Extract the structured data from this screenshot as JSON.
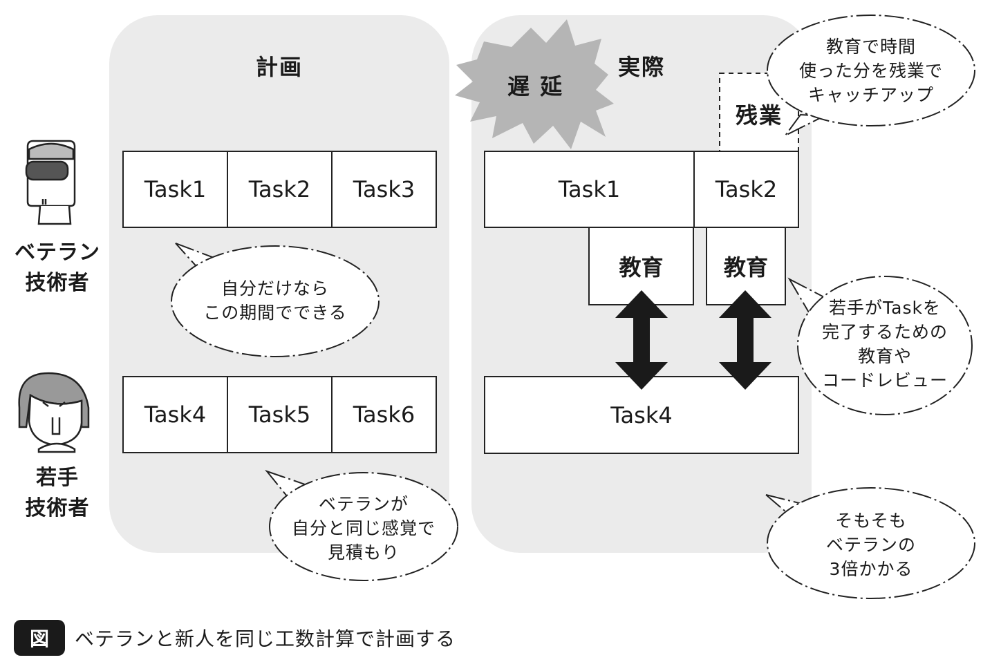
{
  "plan": {
    "title": "計画",
    "veteran_tasks": [
      "Task1",
      "Task2",
      "Task3"
    ],
    "junior_tasks": [
      "Task4",
      "Task5",
      "Task6"
    ],
    "bubble_veteran": [
      "自分だけなら",
      "この期間でできる"
    ],
    "bubble_junior": [
      "ベテランが",
      "自分と同じ感覚で",
      "見積もり"
    ]
  },
  "actual": {
    "title": "実際",
    "delay_label": "遅 延",
    "overtime_label": "残業",
    "veteran_tasks": [
      "Task1",
      "Task2"
    ],
    "education_label": "教育",
    "junior_task": "Task4",
    "bubble_overtime": [
      "教育で時間",
      "使った分を残業で",
      "キャッチアップ"
    ],
    "bubble_education": [
      "若手がTaskを",
      "完了するための",
      "教育や",
      "コードレビュー"
    ],
    "bubble_cost": [
      "そもそも",
      "ベテランの",
      "3倍かかる"
    ]
  },
  "roles": {
    "veteran": [
      "ベテラン",
      "技術者"
    ],
    "junior": [
      "若手",
      "技術者"
    ]
  },
  "caption": {
    "badge": "図",
    "text": "ベテランと新人を同じ工数計算で計画する"
  },
  "colors": {
    "panel": "#ebebeb",
    "delay_burst": "#b5b5b5",
    "ink": "#1a1a1a"
  }
}
